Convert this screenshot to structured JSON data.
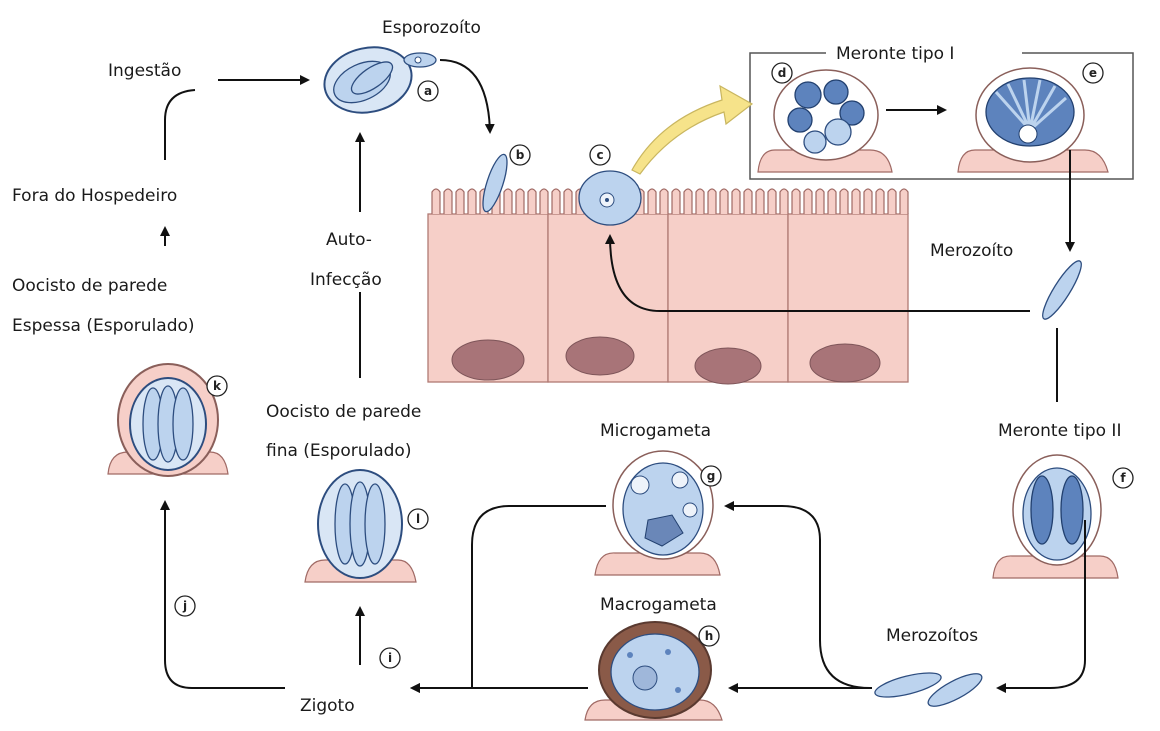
{
  "labels": {
    "esporozoito": "Esporozoíto",
    "ingestao": "Ingestão",
    "fora": "Fora do Hospedeiro",
    "oocisto_espesso_l1": "Oocisto de parede",
    "oocisto_espesso_l2": "Espessa (Esporulado)",
    "auto_l1": "Auto-",
    "auto_l2": "Infecção",
    "meronte1": "Meronte tipo I",
    "merozoito": "Merozoíto",
    "oocisto_fino_l1": "Oocisto de parede",
    "oocisto_fino_l2": "fina (Esporulado)",
    "microgameta": "Microgameta",
    "meronte2": "Meronte tipo II",
    "macrogameta": "Macrogameta",
    "merozoitos": "Merozoítos",
    "zigoto": "Zigoto"
  },
  "tags": {
    "a": "a",
    "b": "b",
    "c": "c",
    "d": "d",
    "e": "e",
    "f": "f",
    "g": "g",
    "h": "h",
    "i": "i",
    "j": "j",
    "k": "k",
    "l": "l"
  },
  "colors": {
    "host_cell": "#f6cfc8",
    "nucleus": "#a87478",
    "parasite_light": "#bcd3ee",
    "parasite_dark": "#5d83bd",
    "highlight_arrow": "#f6e38a"
  }
}
